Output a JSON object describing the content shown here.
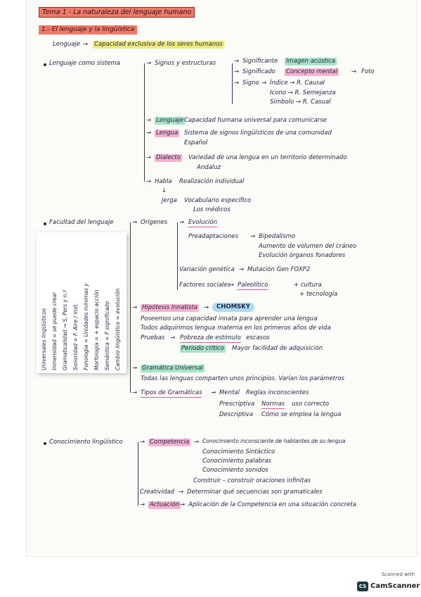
{
  "title": "Tema 1 - La naturaleza del lenguaje humano",
  "section": "1.- El lenguaje y la lingüística",
  "definition": {
    "term": "Lenguaje",
    "text": "Capacidad exclusiva de los seres humanos"
  },
  "lenguaje_sistema": {
    "label": "Lenguaje como sistema",
    "signos": "Signos y estructuras",
    "significante": "Significante",
    "significante_def": "Imagen acústica",
    "significado": "Significado",
    "significado_def": "Concepto mental",
    "significado_ex": "Foto",
    "signo": "Signo",
    "indice": "Índice → R. Causal",
    "icono": "Icono → R. Semejanza",
    "simbolo": "Símbolo → R. Casual",
    "lenguaje": "Lenguaje",
    "lenguaje_def": "Capacidad humana universal para comunicarse",
    "lengua": "Lengua",
    "lengua_def": "Sistema de signos lingüísticos de una comunidad",
    "lengua_ex": "Español",
    "dialecto": "Dialecto",
    "dialecto_def": "Variedad de una lengua en un territorio determinado",
    "dialecto_ex": "Andaluz",
    "habla": "Habla",
    "habla_def": "Realización individual",
    "jerga": "Jerga",
    "jerga_def": "Vocabulario específico",
    "jerga_ex": "Los médicos"
  },
  "facultad": {
    "label": "Facultad del lenguaje",
    "origenes": "Orígenes",
    "evolucion": "Evolución",
    "preadaptaciones": "Preadaptaciones",
    "bipedalismo": "Bipedalismo",
    "aumento": "Aumento de volumen del cráneo",
    "evolucion_organos": "Evolución órganos fonadores",
    "variacion": "Variación genética",
    "mutacion": "Mutación Gen FOXP2",
    "factores": "Factores sociales",
    "paleolitico": "Paleolítico",
    "cultura": "+ cultura",
    "tecnologia": "+ tecnología",
    "hipotesis": "Hipótesis Innatista",
    "chomsky": "CHOMSKY",
    "hipotesis_l1": "Poseemos una capacidad innata para aprender una lengua",
    "hipotesis_l2": "Todos adquirimos lengua materna en los primeros años de vida",
    "pruebas": "Pruebas",
    "pobreza": "Pobreza de estímulo",
    "pobreza_ex": "escasos",
    "periodo": "Periodo crítico",
    "periodo_ex": "Mayor facilidad de adquisición",
    "gramatica": "Gramática Universal",
    "gramatica_def": "Todas las lenguas comparten unos principios. Varían los parámetros",
    "tipos": "Tipos de Gramáticas",
    "mental": "Mental",
    "mental_def": "Reglas inconscientes",
    "prescriptiva": "Prescriptiva",
    "prescriptiva_def": "Normas",
    "prescriptiva_ex": "uso correcto",
    "descriptiva": "Descriptiva",
    "descriptiva_def": "Cómo se emplea la lengua"
  },
  "sidebar": {
    "items": [
      "Universales lingüísticos",
      "Inmensidad = se puede crear",
      "Gramaticalidad → S, Pers y n.º",
      "Sonoridad = F. Aire / inst.",
      "Fonología = Unidades mínimas y",
      "Morfología = + espacio acción",
      "Semántica = F significado",
      "Cambio lingüístico = evolución"
    ]
  },
  "competencia": {
    "label": "Conocimiento lingüístico",
    "comp": "Competencia",
    "comp_def": "Conocimiento inconsciente de hablantes de su lengua",
    "c1": "Conocimiento Sintáctico",
    "c2": "Conocimiento palabras",
    "c3": "Conocimiento sonidos",
    "c4": "Construir – construir oraciones infinitas",
    "creatividad": "Creatividad",
    "creatividad_def": "Determinar qué secuencias son gramaticales",
    "actuacion": "Actuación",
    "actuacion_def": "Aplicación de la Competencia en una situación concreta"
  },
  "scanner": {
    "small": "Scanned with",
    "badge": "CS",
    "name": "CamScanner"
  },
  "colors": {
    "pink": "#f078af",
    "green": "#78d7aa",
    "yellow": "#ebe650",
    "blue": "#78c8eb",
    "title": "#f07a6a"
  }
}
